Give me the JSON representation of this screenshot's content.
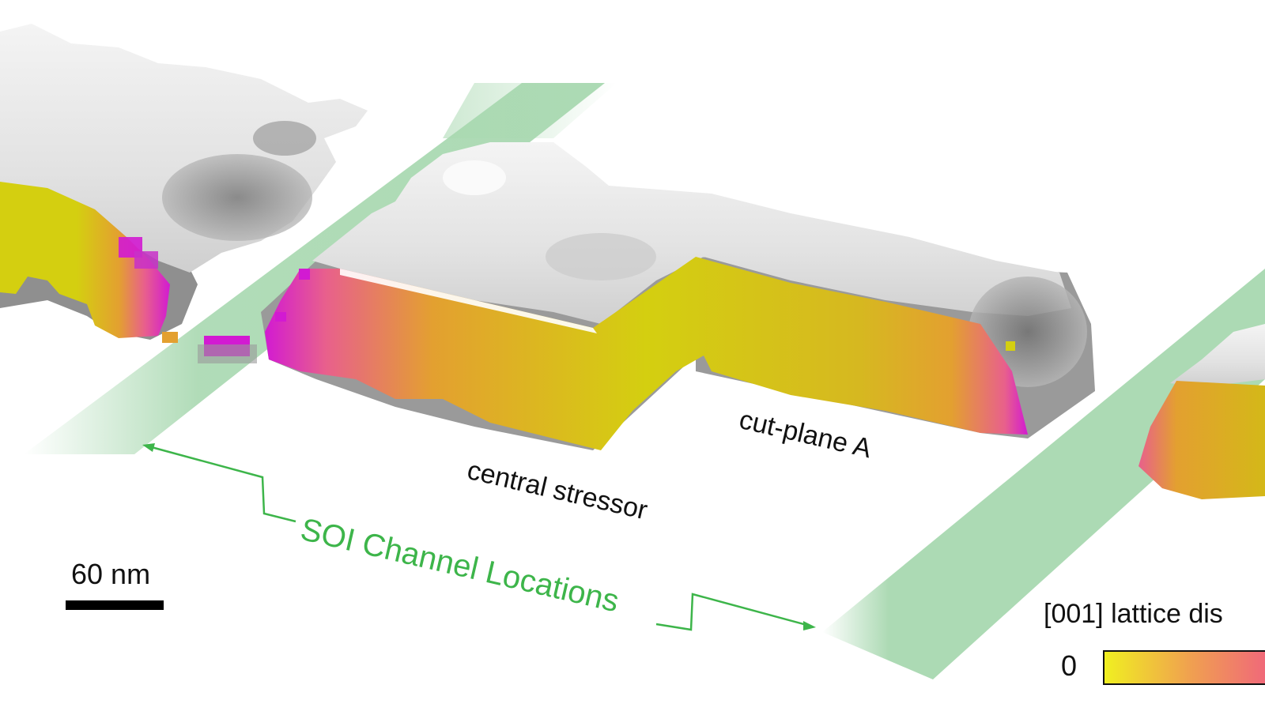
{
  "labels": {
    "central_stressor": "central stressor",
    "cut_plane": "cut-plane A",
    "soi_channel": "SOI Channel Locations",
    "scale_bar": "60 nm",
    "legend_title": "[001] lattice dis",
    "legend_min": "0"
  },
  "colors": {
    "channel_green": "#a8d8b0",
    "arrow_green": "#3db54a",
    "surface_gray": "#e4e4e4",
    "surface_shadow": "#8a8a8a",
    "map_yellow": "#d4cf10",
    "map_orange": "#e3a030",
    "map_pink": "#e8608c",
    "map_magenta": "#d21ad2"
  },
  "icons": {
    "scale": "scale-bar-icon",
    "arrow": "bracket-arrow-icon"
  }
}
